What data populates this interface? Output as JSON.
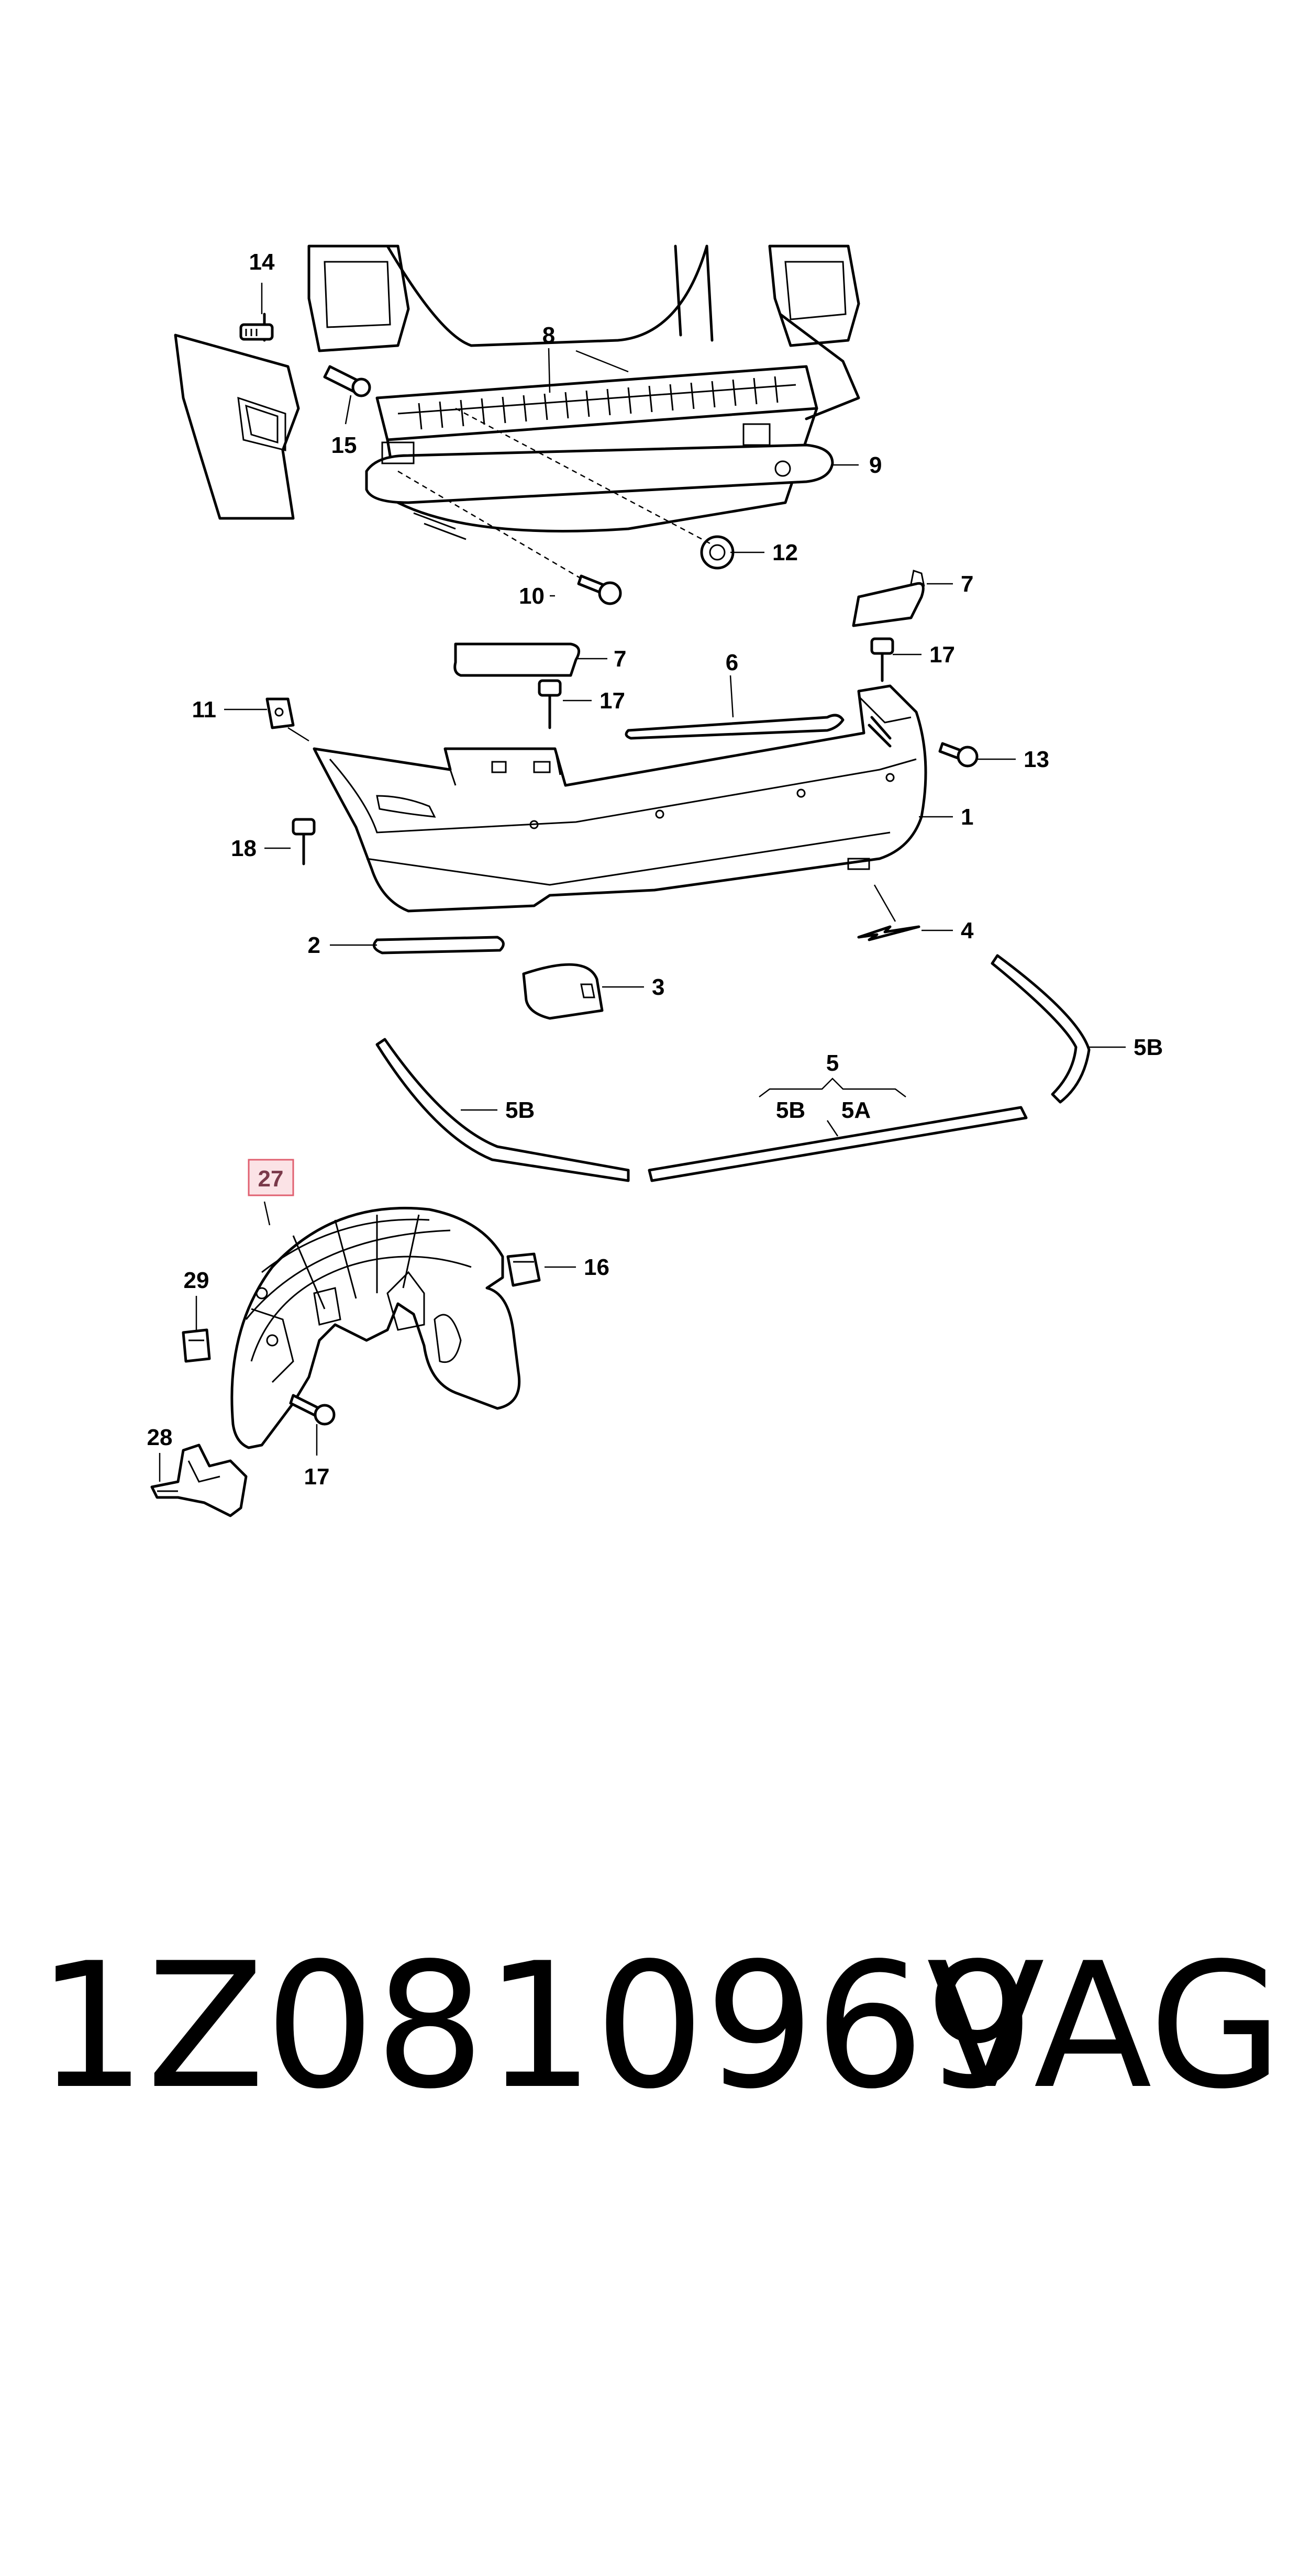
{
  "callouts": {
    "c1": "1",
    "c2": "2",
    "c3": "3",
    "c4": "4",
    "c5": "5",
    "c5a": "5A",
    "c5b_center": "5B",
    "c5b_left": "5B",
    "c5b_right": "5B",
    "c6": "6",
    "c7_top": "7",
    "c7_mid": "7",
    "c8": "8",
    "c9": "9",
    "c10": "10",
    "c11": "11",
    "c12": "12",
    "c13": "13",
    "c14": "14",
    "c15": "15",
    "c16": "16",
    "c17_a": "17",
    "c17_b": "17",
    "c17_c": "17",
    "c18": "18",
    "c27": "27",
    "c28": "28",
    "c29": "29"
  },
  "highlight": {
    "callout": "27",
    "border_color": "#e06070",
    "fill_color": "#fbe3e6"
  },
  "footer": {
    "part_number": "1Z0810969",
    "brand": "VAG"
  }
}
